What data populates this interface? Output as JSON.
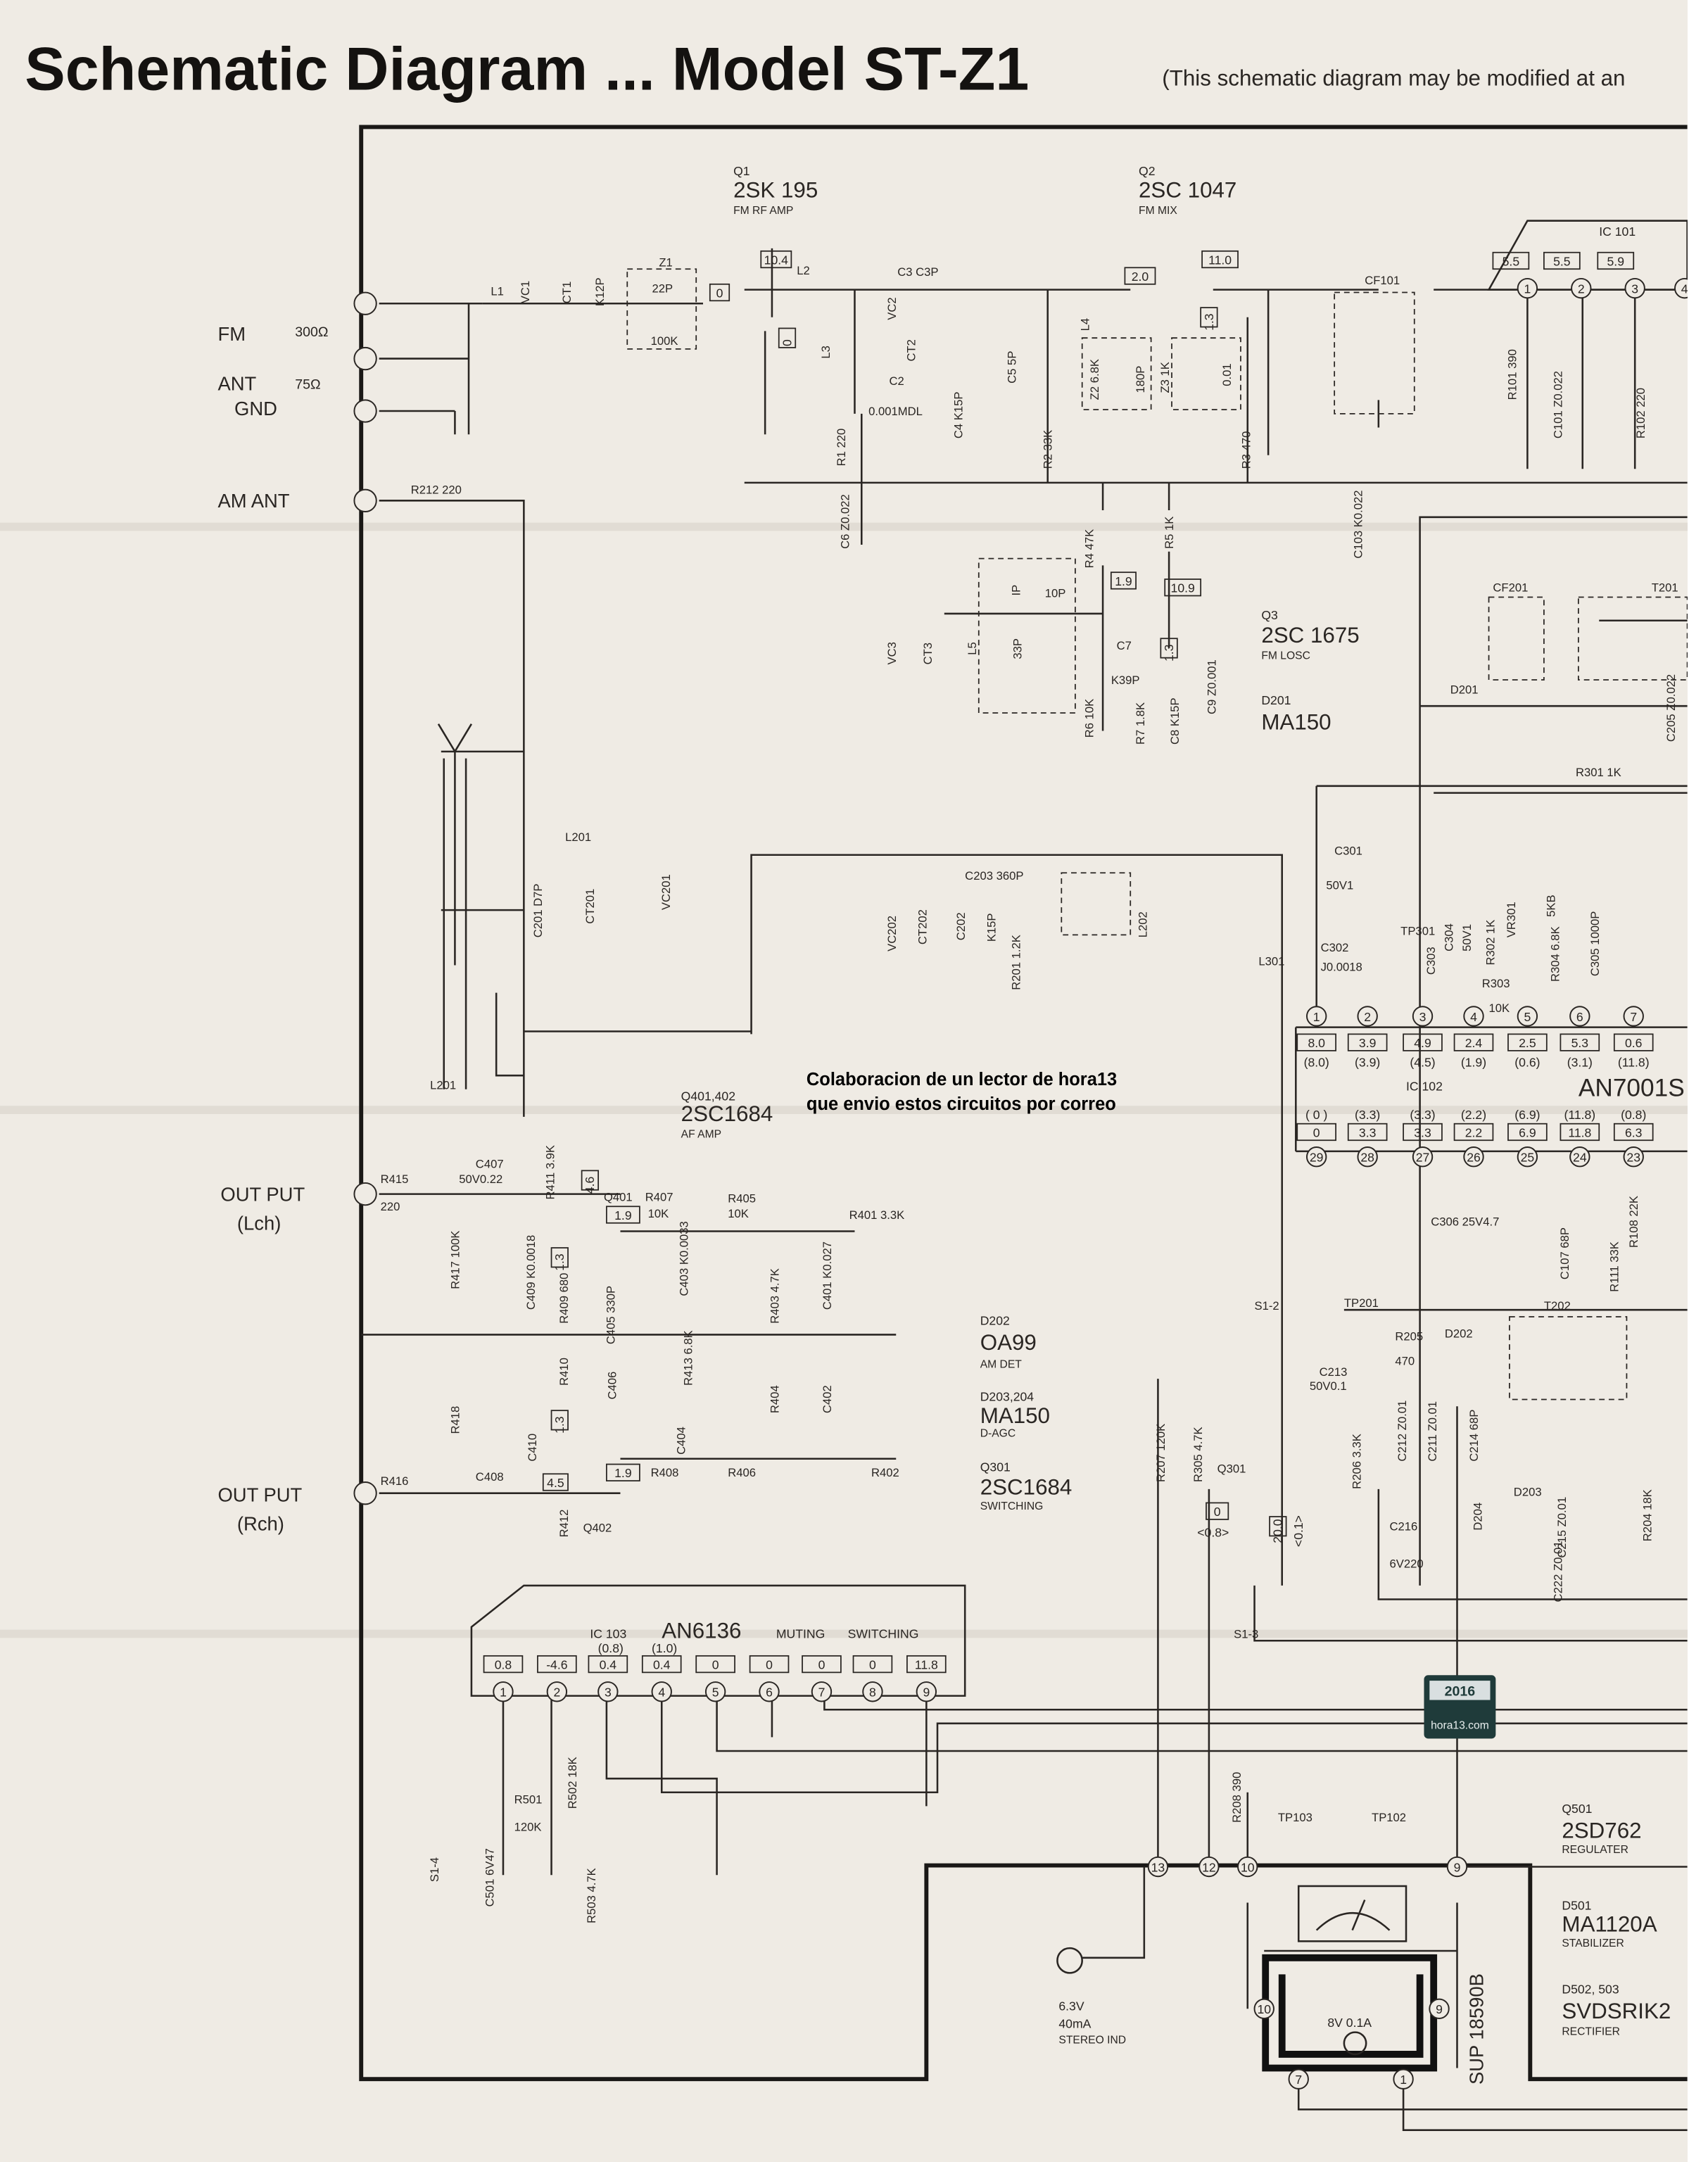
{
  "title": "Schematic Diagram ... Model ST-Z1",
  "note": "(This schematic diagram may be modified at an",
  "overlay_caption": [
    "Colaboracion de un lector de hora13",
    "que envio estos circuitos por correo"
  ],
  "watermark": {
    "year": "2016",
    "site": "hora13.com"
  },
  "terminals": {
    "fm": "FM",
    "ohm300": "300Ω",
    "ant": "ANT",
    "ohm75": "75Ω",
    "gnd": "GND",
    "am_ant": "AM ANT",
    "out_l": "OUT PUT",
    "lch": "(Lch)",
    "out_r": "OUT PUT",
    "rch": "(Rch)"
  },
  "devices": [
    "Q1",
    "2SK 195",
    "FM RF AMP",
    "Q2",
    "2SC 1047",
    "FM MIX",
    "Q3",
    "2SC 1675",
    "FM LOSC",
    "D201",
    "MA150",
    "Q401,402",
    "2SC1684",
    "AF AMP",
    "D202",
    "OA99",
    "AM DET",
    "D203,204",
    "MA150",
    "D-AGC",
    "Q301",
    "2SC1684",
    "SWITCHING",
    "IC 101",
    "IC 102",
    "AN7001S",
    "IC 103",
    "AN6136",
    "MUTING",
    "SWITCHING",
    "Q501",
    "2SD762",
    "REGULATER",
    "D501",
    "MA1120A",
    "STABILIZER",
    "D502, 503",
    "SVDSRIK2",
    "RECTIFIER",
    "6.3V",
    "40mA",
    "STEREO IND",
    "SUP 18590B",
    "8V 0.1A"
  ],
  "components": [
    "L1",
    "VC1",
    "CT1",
    "K12P",
    "Z1",
    "22P",
    "100K",
    "L2",
    "C3  C3P",
    "L3",
    "VC2",
    "CT2",
    "C2",
    "0.001MDL",
    "C4  K15P",
    "C5  5P",
    "R1  220",
    "C6  Z0.022",
    "R2  33K",
    "L4",
    "Z2  6.8K",
    "180P",
    "Z3  1K",
    "0.01",
    "R3  470",
    "CF101",
    "R101  390",
    "C101  Z0.022",
    "R102  220",
    "C103  K0.022",
    "R4  47K",
    "R5  1K",
    "10P",
    "IP",
    "33P",
    "L5",
    "VC3",
    "CT3",
    "C7",
    "K39P",
    "R6  10K",
    "R7  1.8K",
    "C8  K15P",
    "C9  Z0.001",
    "CF201",
    "T201",
    "D201",
    "C205  Z0.022",
    "R301  1K",
    "C301",
    "50V1",
    "R212  220",
    "L201",
    "C201  D7P",
    "CT201",
    "VC201",
    "C203  360P",
    "VC202",
    "CT202",
    "C202",
    "K15P",
    "R201 1.2K",
    "L202",
    "TP301",
    "C302",
    "J0.0018",
    "L301",
    "C303",
    "C304",
    "50V1",
    "VR301",
    "5KB",
    "R304  6.8K",
    "R303",
    "10K",
    "C305  1000P",
    "L201",
    "C407",
    "50V0.22",
    "R415",
    "220",
    "R411  3.9K",
    "Q401",
    "R407",
    "10K",
    "R405",
    "10K",
    "R401  3.3K",
    "R417  100K",
    "C409  K0.0018",
    "R409  680",
    "C405  330P",
    "C403  K0.0033",
    "R403  4.7K",
    "C401  K0.027",
    "R413  6.8K",
    "R410",
    "C406",
    "C404",
    "R404",
    "C402",
    "R418",
    "C410",
    "R408",
    "R406",
    "R402",
    "C408",
    "R416",
    "Q402",
    "R412",
    "C306  25V4.7",
    "C107  68P",
    "R108  22K",
    "R111  33K",
    "TP201",
    "S1-2",
    "R205",
    "470",
    "D202",
    "T202",
    "C213",
    "50V0.1",
    "C212  Z0.01",
    "C211  Z0.01",
    "C214  68P",
    "R206  3.3K",
    "D204",
    "D203",
    "C215  Z0.01",
    "R204  18K",
    "C216",
    "6V220",
    "C222  Z0.01",
    "R207  120K",
    "R305  4.7K",
    "Q301",
    "S1-3",
    "R208  390",
    "TP103",
    "TP102",
    "R501",
    "120K",
    "R502  18K",
    "C501  6V47",
    "R503  4.7K",
    "S1-4",
    "R302  1K"
  ],
  "voltages": [
    "10.4",
    "0",
    "0",
    "2.0",
    "11.0",
    "1.3",
    "1.9",
    "10.9",
    "1.3",
    "5.5",
    "5.5",
    "5.9",
    "8.0",
    "3.9",
    "4.9",
    "2.4",
    "2.5",
    "5.3",
    "0.6",
    "(8.0)",
    "(3.9)",
    "(4.5)",
    "(1.9)",
    "(0.6)",
    "(3.1)",
    "(11.8)",
    "( 0 )",
    "(3.3)",
    "(3.3)",
    "(2.2)",
    "(6.9)",
    "(11.8)",
    "(0.8)",
    "0",
    "3.3",
    "3.3",
    "2.2",
    "6.9",
    "11.8",
    "6.3",
    "4.6",
    "1.9",
    "1.3",
    "1.3",
    "4.5",
    "1.9",
    "0",
    "<0.8>",
    "20.0",
    "<0.1>",
    "0.8",
    "-4.6",
    "0.4",
    "0.4",
    "0",
    "0",
    "0",
    "0",
    "11.8",
    "(0.8)",
    "(1.0)"
  ],
  "pins": [
    "1",
    "2",
    "3",
    "4",
    "5",
    "6",
    "7",
    "29",
    "28",
    "27",
    "26",
    "25",
    "24",
    "23",
    "1",
    "2",
    "3",
    "4",
    "1",
    "2",
    "3",
    "4",
    "5",
    "6",
    "7",
    "8",
    "9",
    "13",
    "12",
    "10",
    "9",
    "10",
    "9",
    "7",
    "1"
  ]
}
